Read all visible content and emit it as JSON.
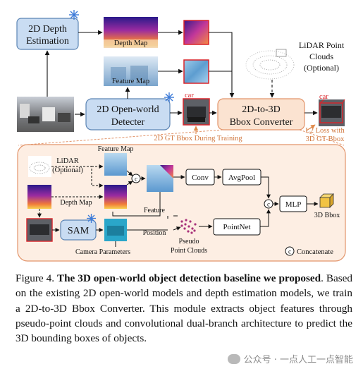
{
  "top": {
    "depth_estimation": [
      "2D Depth",
      "Estimation"
    ],
    "depth_map_label": "Depth Map",
    "feature_map_label": "Feature Map",
    "detector": [
      "2D Open-world",
      "Detecter"
    ],
    "converter": [
      "2D-to-3D",
      "Bbox Converter"
    ],
    "lidar": [
      "LiDAR Point",
      "Clouds",
      "(Optional)"
    ],
    "car_tag": "car",
    "gt_training": "2D GT Bbox During Training",
    "l2_loss": [
      "L2 Loss with",
      "3D GT Bbox"
    ]
  },
  "bottom": {
    "feature_map": "Feature Map",
    "lidar": [
      "LiDAR",
      "(Optional)"
    ],
    "depth_map": "Depth Map",
    "sam": "SAM",
    "camera_params": "Camera Parameters",
    "conv": "Conv",
    "avgpool": "AvgPool",
    "feature": "Feature",
    "position": "Position",
    "pointnet": "PointNet",
    "pseudo": [
      "Pseudo",
      "Point Clouds"
    ],
    "mlp": "MLP",
    "bbox3d": "3D Bbox",
    "concat_symbol": "c",
    "concatenate": "Concatenate"
  },
  "caption": {
    "figure_label": "Figure 4.",
    "title": "The 3D open-world object detection baseline we proposed",
    "body": ". Based on the existing 2D open-world models and depth estimation models, we train a 2D-to-3D Bbox Converter. This module extracts object features through pseudo-point clouds and convolutional dual-branch architecture to predict the 3D bounding boxes of objects."
  },
  "watermark": "公众号 · 一点人工一点智能",
  "colors": {
    "blue_box_fill": "#c9dcf2",
    "blue_box_stroke": "#5b84b4",
    "orange_box_fill": "#fbe3d1",
    "orange_box_stroke": "#e2946a",
    "panel_fill": "#fdeee3",
    "red_frame": "#d9242a",
    "snowflake": "#3d7bd8"
  }
}
